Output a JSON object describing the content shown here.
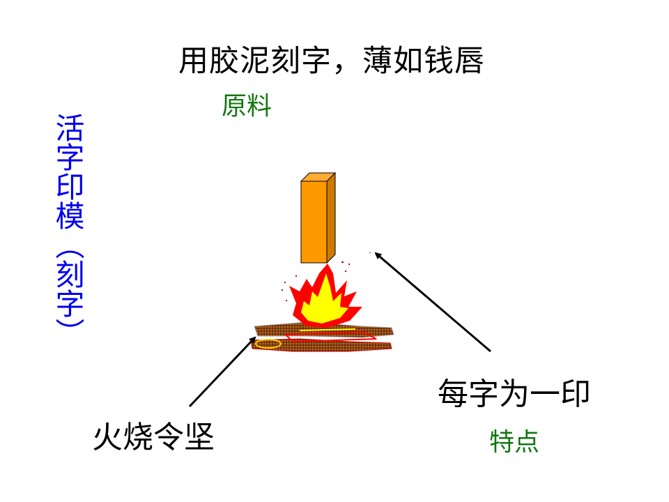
{
  "slide": {
    "title": "用胶泥刻字，薄如钱唇",
    "material_label": "原料",
    "vertical_label": "活字印模（刻字）",
    "fire_caption": "火烧令坚",
    "each_caption": "每字为一印",
    "feature_label": "特点"
  },
  "colors": {
    "title_text": "#000000",
    "green_labels": "#117711",
    "vertical_text": "#0000ee",
    "block_front": "#ff9900",
    "block_side": "#cc7a00",
    "flame_outer": "#ff0000",
    "flame_inner": "#ffff00",
    "logs": "#8b4513"
  },
  "graphics": {
    "clay_block": "orange-rectangular-block",
    "fire": "campfire-clipart",
    "arrows": [
      "arrow-to-fire",
      "arrow-to-block"
    ]
  }
}
